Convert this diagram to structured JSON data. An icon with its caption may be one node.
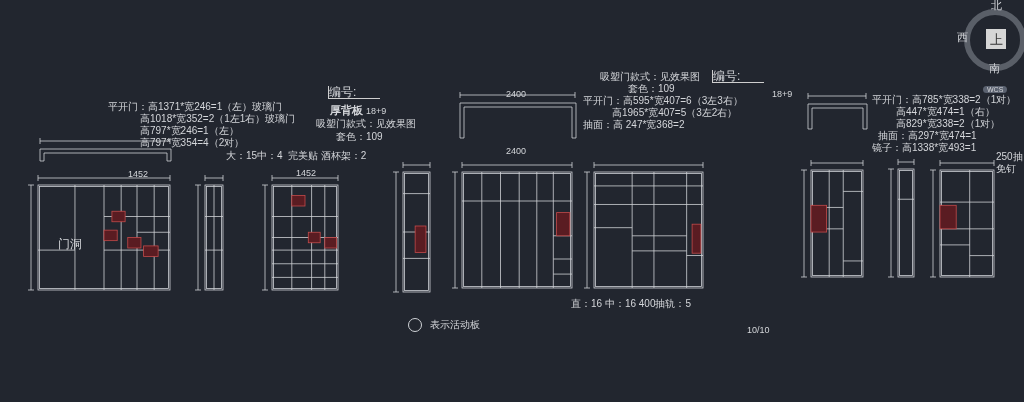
{
  "diagram": {
    "labels": [
      "北",
      "西",
      "上",
      "南",
      "WCS",
      "编号:",
      "平开门：高1371*宽246=1（左）玻璃门",
      "高1018*宽352=2（1左1右）玻璃门",
      "高797*宽246=1（左）",
      "高797*宽354=4（2对）",
      "厚背板",
      "18+9",
      "吸塑门款式：见效果图",
      "套色：109",
      "大：15中：4",
      "完美贴 酒杯架：2",
      "1452",
      "1452",
      "门洞",
      "吸塑门款式：见效果图",
      "套色：109",
      "平开门：高595*宽407=6（3左3右）",
      "高1965*宽407=5（3左2右）",
      "抽面：高 247*宽368=2",
      "编号:",
      "2400",
      "18+9",
      "2400",
      "平开门：高785*宽338=2（1对）",
      "高447*宽474=1（右）",
      "高829*宽338=2（1对）",
      "抽面：高297*宽474=1",
      "镜子：高1338*宽493=1",
      "250抽",
      "免钉",
      "直：16 中：16 400抽轨：5",
      "10/10"
    ],
    "legend": [
      {
        "text": "表示活动板"
      }
    ]
  }
}
